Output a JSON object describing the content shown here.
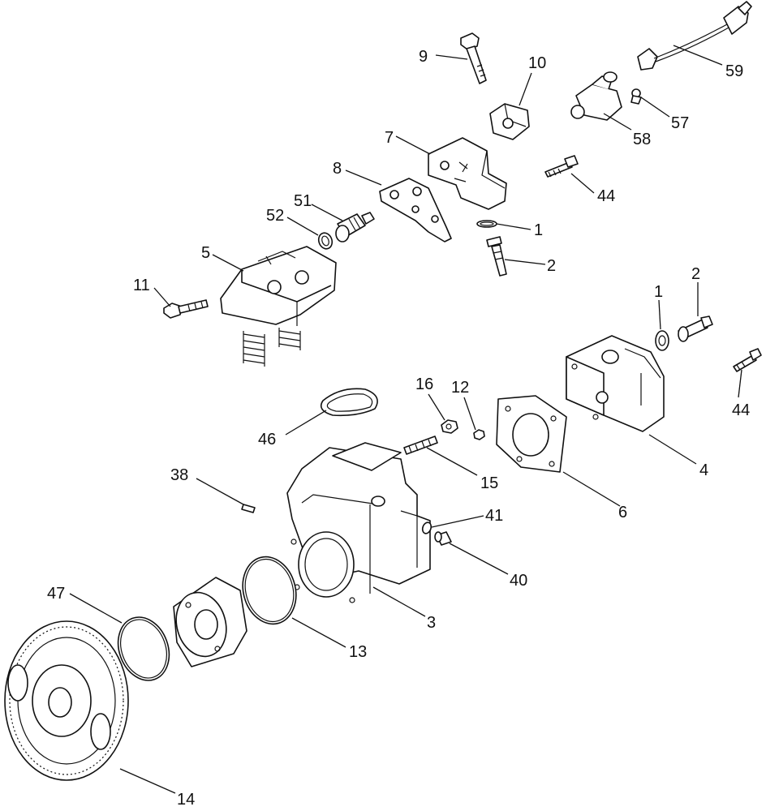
{
  "callouts": [
    {
      "id": "c-9",
      "label": "9"
    },
    {
      "id": "c-10",
      "label": "10"
    },
    {
      "id": "c-59",
      "label": "59"
    },
    {
      "id": "c-57",
      "label": "57"
    },
    {
      "id": "c-58",
      "label": "58"
    },
    {
      "id": "c-7",
      "label": "7"
    },
    {
      "id": "c-8",
      "label": "8"
    },
    {
      "id": "c-44a",
      "label": "44"
    },
    {
      "id": "c-51",
      "label": "51"
    },
    {
      "id": "c-52",
      "label": "52"
    },
    {
      "id": "c-1a",
      "label": "1"
    },
    {
      "id": "c-2a",
      "label": "2"
    },
    {
      "id": "c-5",
      "label": "5"
    },
    {
      "id": "c-11",
      "label": "11"
    },
    {
      "id": "c-1b",
      "label": "1"
    },
    {
      "id": "c-2b",
      "label": "2"
    },
    {
      "id": "c-44b",
      "label": "44"
    },
    {
      "id": "c-4",
      "label": "4"
    },
    {
      "id": "c-16",
      "label": "16"
    },
    {
      "id": "c-12",
      "label": "12"
    },
    {
      "id": "c-46",
      "label": "46"
    },
    {
      "id": "c-6",
      "label": "6"
    },
    {
      "id": "c-15",
      "label": "15"
    },
    {
      "id": "c-38",
      "label": "38"
    },
    {
      "id": "c-41",
      "label": "41"
    },
    {
      "id": "c-40",
      "label": "40"
    },
    {
      "id": "c-47",
      "label": "47"
    },
    {
      "id": "c-3",
      "label": "3"
    },
    {
      "id": "c-13",
      "label": "13"
    },
    {
      "id": "c-14",
      "label": "14"
    }
  ]
}
